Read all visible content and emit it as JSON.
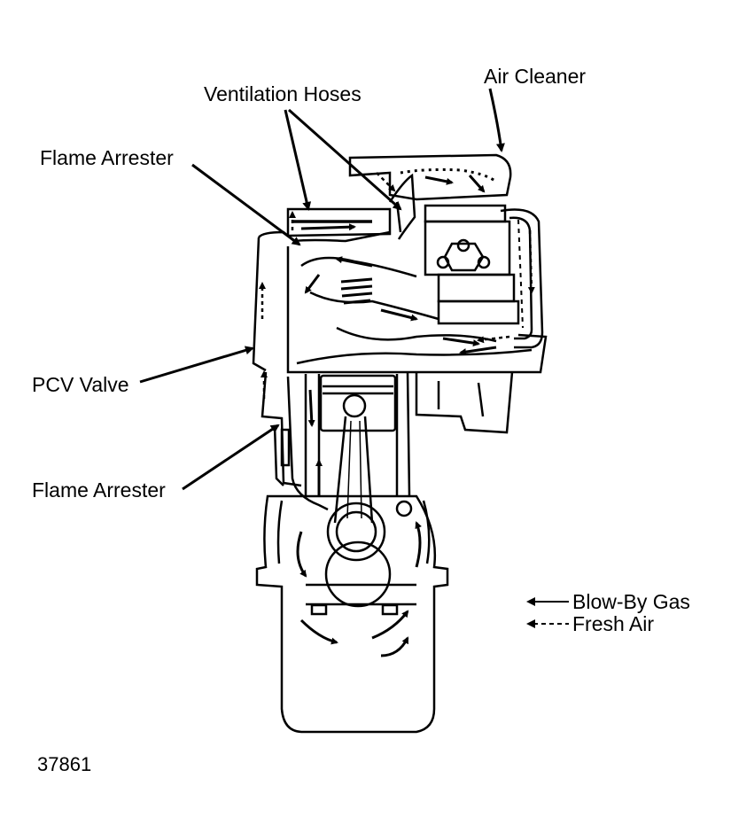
{
  "labels": {
    "air_cleaner": "Air Cleaner",
    "ventilation_hoses": "Ventilation Hoses",
    "flame_arrester_top": "Flame Arrester",
    "pcv_valve": "PCV Valve",
    "flame_arrester_bottom": "Flame Arrester"
  },
  "legend": {
    "blow_by_gas": "Blow-By Gas",
    "fresh_air": "Fresh Air"
  },
  "figure_number": "37861"
}
